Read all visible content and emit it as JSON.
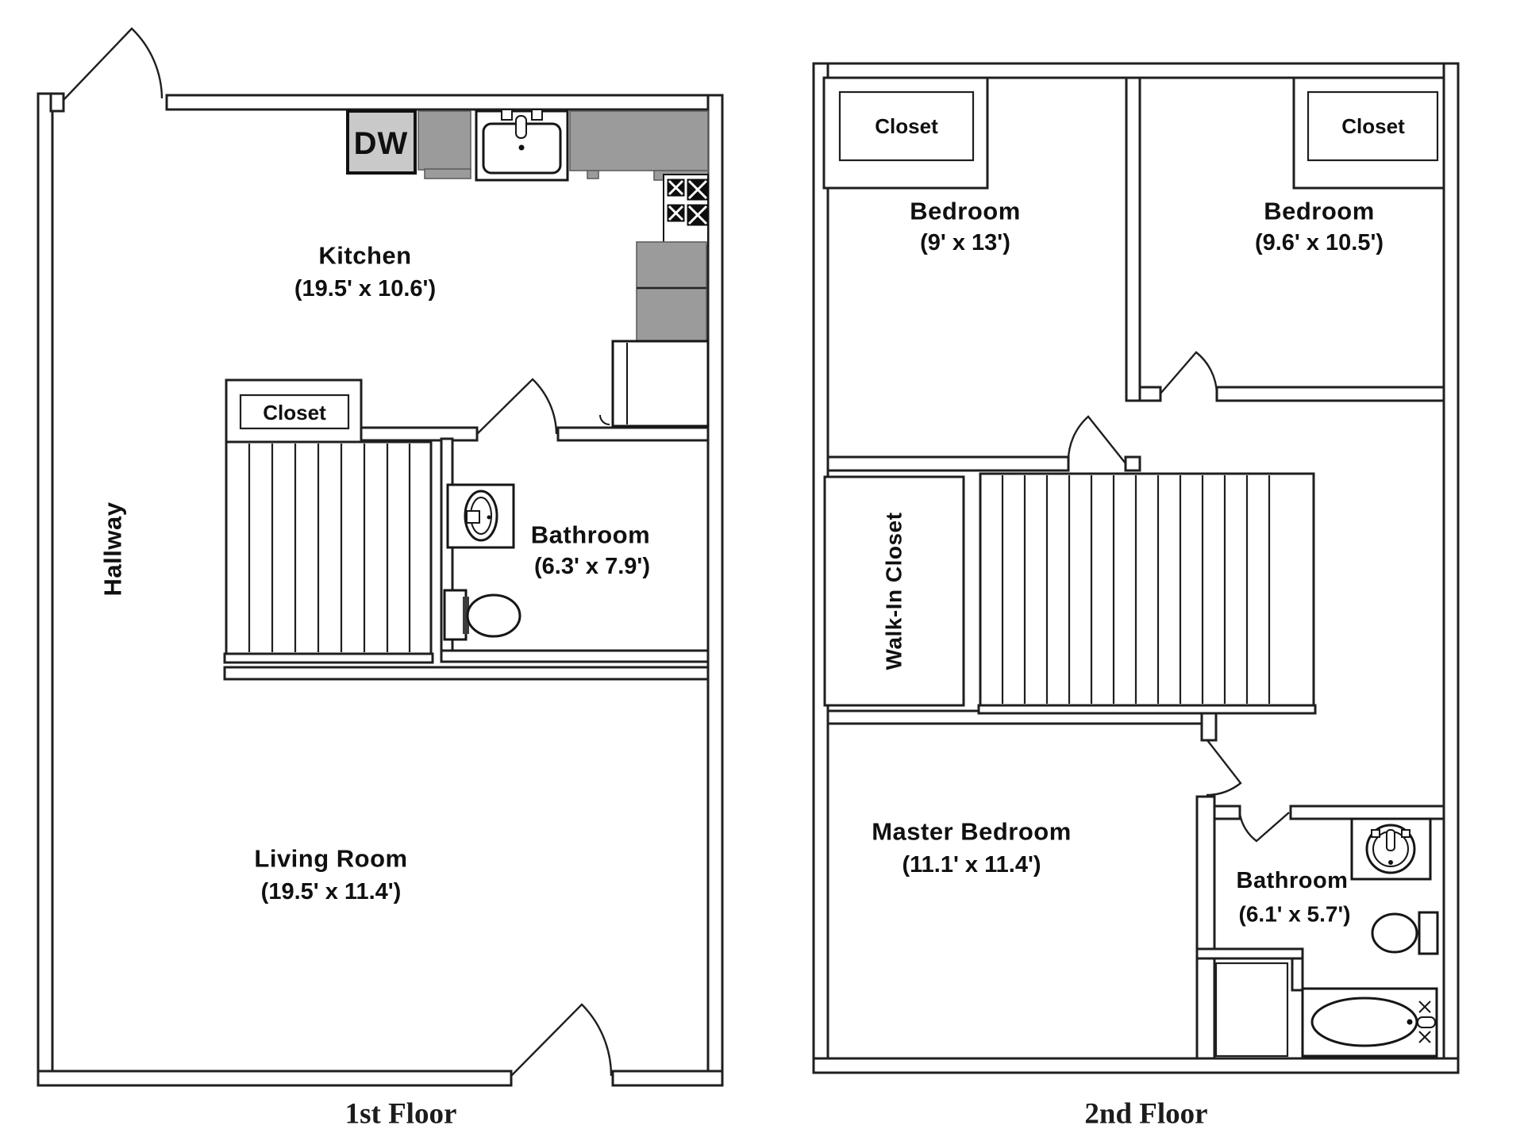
{
  "colors": {
    "wall_stroke": "#1f1f1f",
    "counter_fill": "#9b9b9b",
    "dishwasher_fill": "#c9c9c9",
    "background": "#ffffff"
  },
  "floor1": {
    "caption": "1st Floor",
    "rooms": {
      "kitchen": {
        "name": "Kitchen",
        "dims": "(19.5' x 10.6')"
      },
      "hallway": {
        "name": "Hallway"
      },
      "closet": {
        "name": "Closet"
      },
      "bathroom": {
        "name": "Bathroom",
        "dims": "(6.3' x 7.9')"
      },
      "living_room": {
        "name": "Living Room",
        "dims": "(19.5' x 11.4')"
      }
    },
    "appliances": {
      "dishwasher_label": "DW"
    },
    "fixture_icons": [
      "entry-door",
      "dishwasher",
      "kitchen-counter",
      "kitchen-sink",
      "stove-burners",
      "kitchen-cabinets",
      "refrigerator",
      "staircase",
      "bathroom-sink",
      "toilet",
      "exit-door"
    ]
  },
  "floor2": {
    "caption": "2nd Floor",
    "rooms": {
      "closet_left": {
        "name": "Closet"
      },
      "closet_right": {
        "name": "Closet"
      },
      "bedroom_left": {
        "name": "Bedroom",
        "dims": "(9' x 13')"
      },
      "bedroom_right": {
        "name": "Bedroom",
        "dims": "(9.6' x 10.5')"
      },
      "walk_in_closet": {
        "name": "Walk-In Closet"
      },
      "master_bedroom": {
        "name": "Master Bedroom",
        "dims": "(11.1' x 11.4')"
      },
      "bathroom": {
        "name": "Bathroom",
        "dims": "(6.1' x 5.7')"
      }
    },
    "fixture_icons": [
      "staircase",
      "bedroom-doors",
      "bathroom-sink",
      "toilet",
      "bathtub",
      "linen-closet"
    ]
  }
}
